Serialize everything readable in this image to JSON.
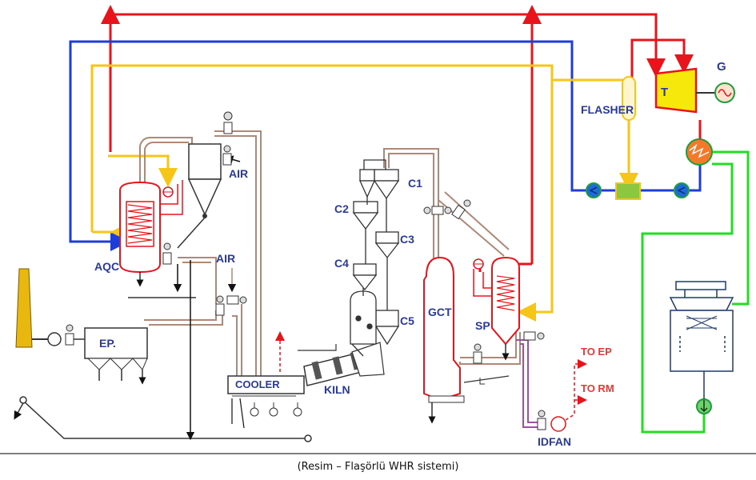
{
  "labels": {
    "aqc": "AQC",
    "air_top": "AIR",
    "air_mid": "AIR",
    "ep": "EP.",
    "cooler": "COOLER",
    "kiln": "KILN",
    "c1": "C1",
    "c2": "C2",
    "c3": "C3",
    "c4": "C4",
    "c5": "C5",
    "gct": "GCT",
    "sp": "SP",
    "flasher": "FLASHER",
    "turbine": "T",
    "generator": "G",
    "to_ep": "TO EP",
    "to_rm": "TO RM",
    "idfan": "IDFAN"
  },
  "caption": "(Resim – Flaşörlü WHR sistemi)",
  "colors": {
    "steam": "#e8141b",
    "feedwater": "#1e3cd6",
    "hot_water": "#f5c518",
    "cooling_water": "#22dd22",
    "gas_duct": "#b08878",
    "equipment": "#e8141b",
    "label": "#2a3a9a"
  }
}
